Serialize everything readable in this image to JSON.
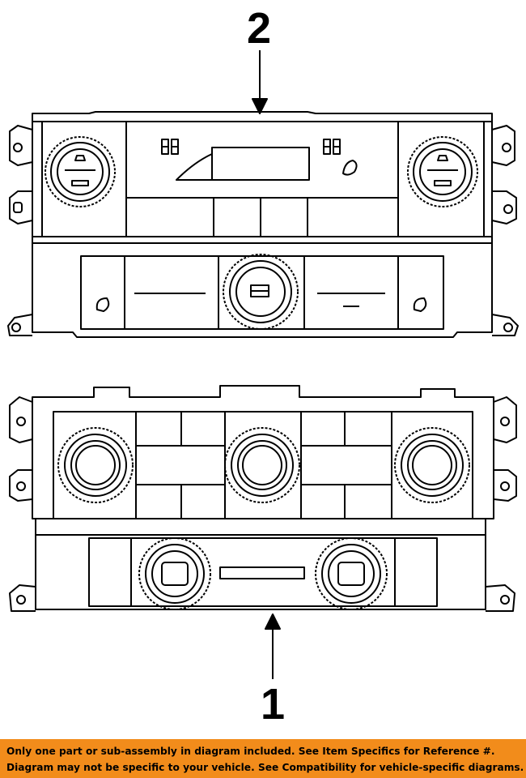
{
  "callouts": {
    "upper_part_number": "2",
    "lower_part_number": "1"
  },
  "banner": {
    "line1": "Only one part or sub-assembly in diagram included. See Item Specifics for Reference #.",
    "line2": "Diagram may not be specific to your vehicle. See Compatibility for vehicle-specific diagrams.",
    "background_color": "#f28c1b"
  },
  "icons": [
    "mounting-tab-icon",
    "rotary-knob-icon",
    "recirculation-icon",
    "display-icon"
  ]
}
